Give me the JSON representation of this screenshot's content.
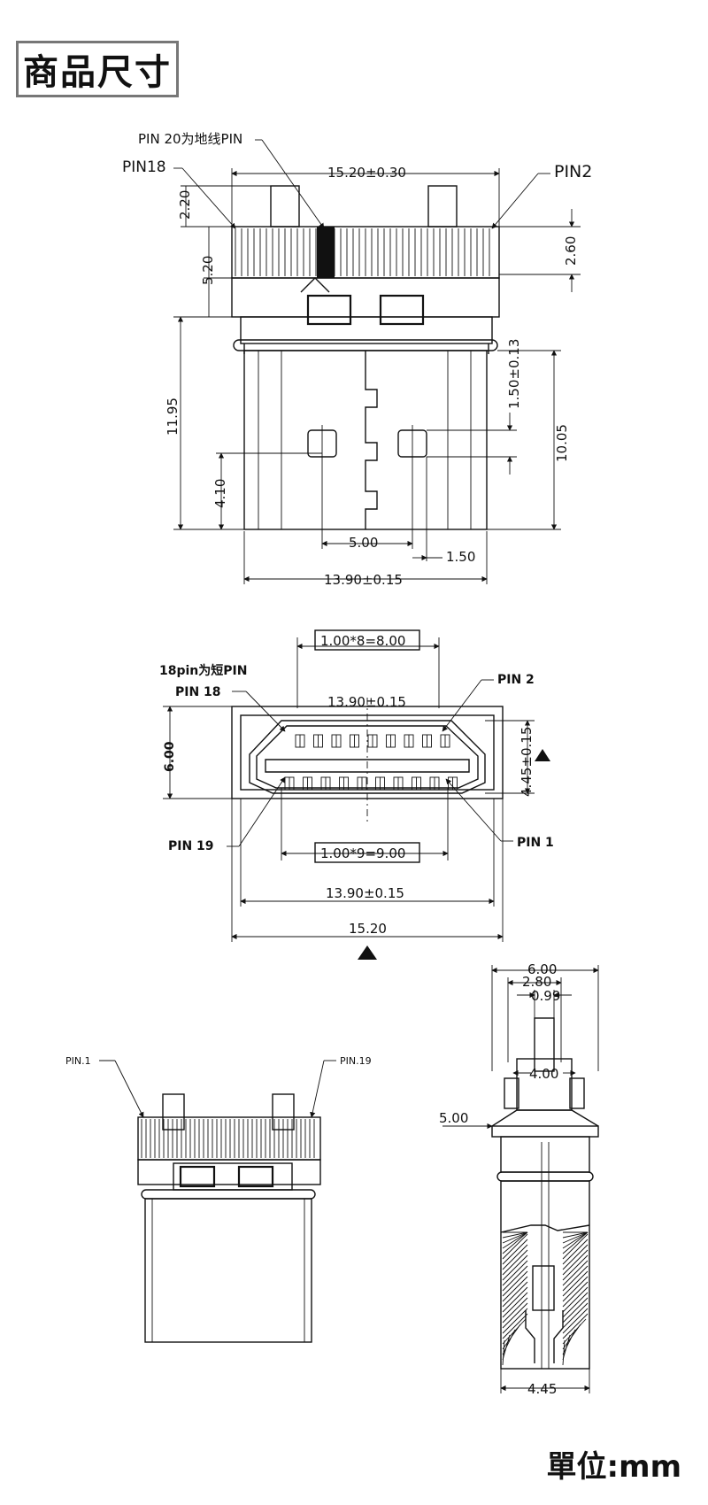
{
  "title": "商品尺寸",
  "unit_label": "單位:mm",
  "view1": {
    "pin20_label": "PIN 20为地线PIN",
    "pin18": "PIN18",
    "pin2": "PIN2",
    "dim_width": "15.20±0.30",
    "dim_220": "2.20",
    "dim_520": "5.20",
    "dim_260": "2.60",
    "dim_1195": "11.95",
    "dim_150_013": "1.50±0.13",
    "dim_1005": "10.05",
    "dim_410": "4.10",
    "dim_500": "5.00",
    "dim_150": "1.50",
    "dim_1390": "13.90±0.15"
  },
  "view2": {
    "top_formula": "1.00*8=8.00",
    "short_pin_note": "18pin为短PIN",
    "pin18": "PIN 18",
    "pin2": "PIN 2",
    "inner_width": "13.90±0.15",
    "height": "6.00",
    "side_dim": "4.45±0.15",
    "pin19": "PIN 19",
    "pin1": "PIN 1",
    "bottom_formula": "1.00*9=9.00",
    "width_1390": "13.90±0.15",
    "width_1520": "15.20"
  },
  "view3": {
    "pin1": "PIN.1",
    "pin19": "PIN.19"
  },
  "view4": {
    "dim_600": "6.00",
    "dim_280": "2.80",
    "dim_099": "0.99",
    "dim_400": "4.00",
    "dim_500": "5.00",
    "dim_445": "4.45"
  }
}
